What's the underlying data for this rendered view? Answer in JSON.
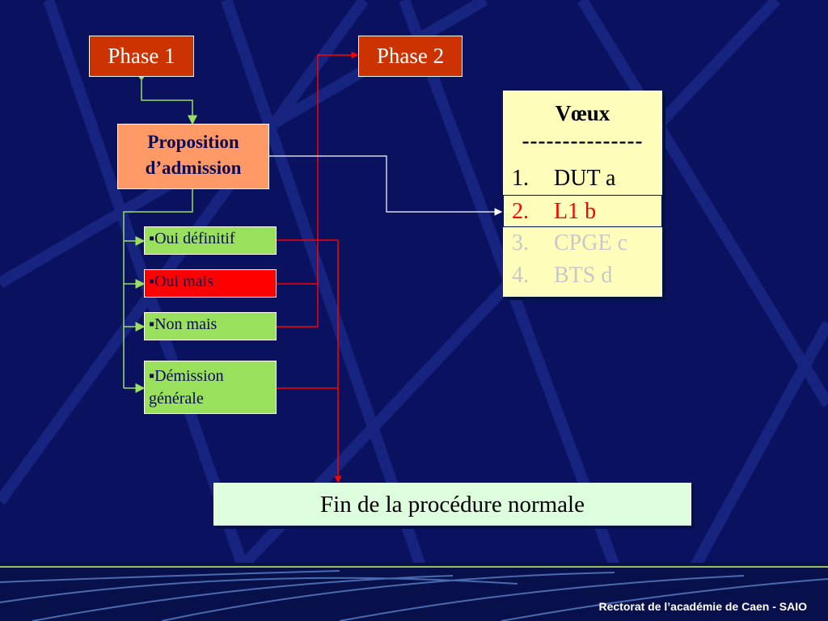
{
  "phases": {
    "phase1": "Phase 1",
    "phase2": "Phase 2"
  },
  "proposition": {
    "line1": "Proposition",
    "line2": "d’admission"
  },
  "options": [
    {
      "label": "▪Oui définitif"
    },
    {
      "label": "▪Oui mais"
    },
    {
      "label": "▪Non mais"
    },
    {
      "label_line1": "▪Démission",
      "label_line2": "générale"
    }
  ],
  "voeux": {
    "title": "Vœux",
    "separator": "---------------",
    "items": [
      {
        "num": "1.",
        "label": "DUT a",
        "color": "#000000"
      },
      {
        "num": "2.",
        "label": "L1 b",
        "color": "#ff0000"
      },
      {
        "num": "3.",
        "label": "CPGE c",
        "color": "#c8c8c8"
      },
      {
        "num": "4.",
        "label": "BTS d",
        "color": "#c8c8c8"
      }
    ]
  },
  "fin": "Fin de la procédure normale",
  "footer": "Rectorat de l’académie de Caen - SAIO",
  "colors": {
    "background": "#0a1260",
    "phase": "#cc3300",
    "connector_green": "#99e05c",
    "connector_red": "#ff0000",
    "option_green": "#99e05c",
    "option_red": "#ff0000"
  }
}
